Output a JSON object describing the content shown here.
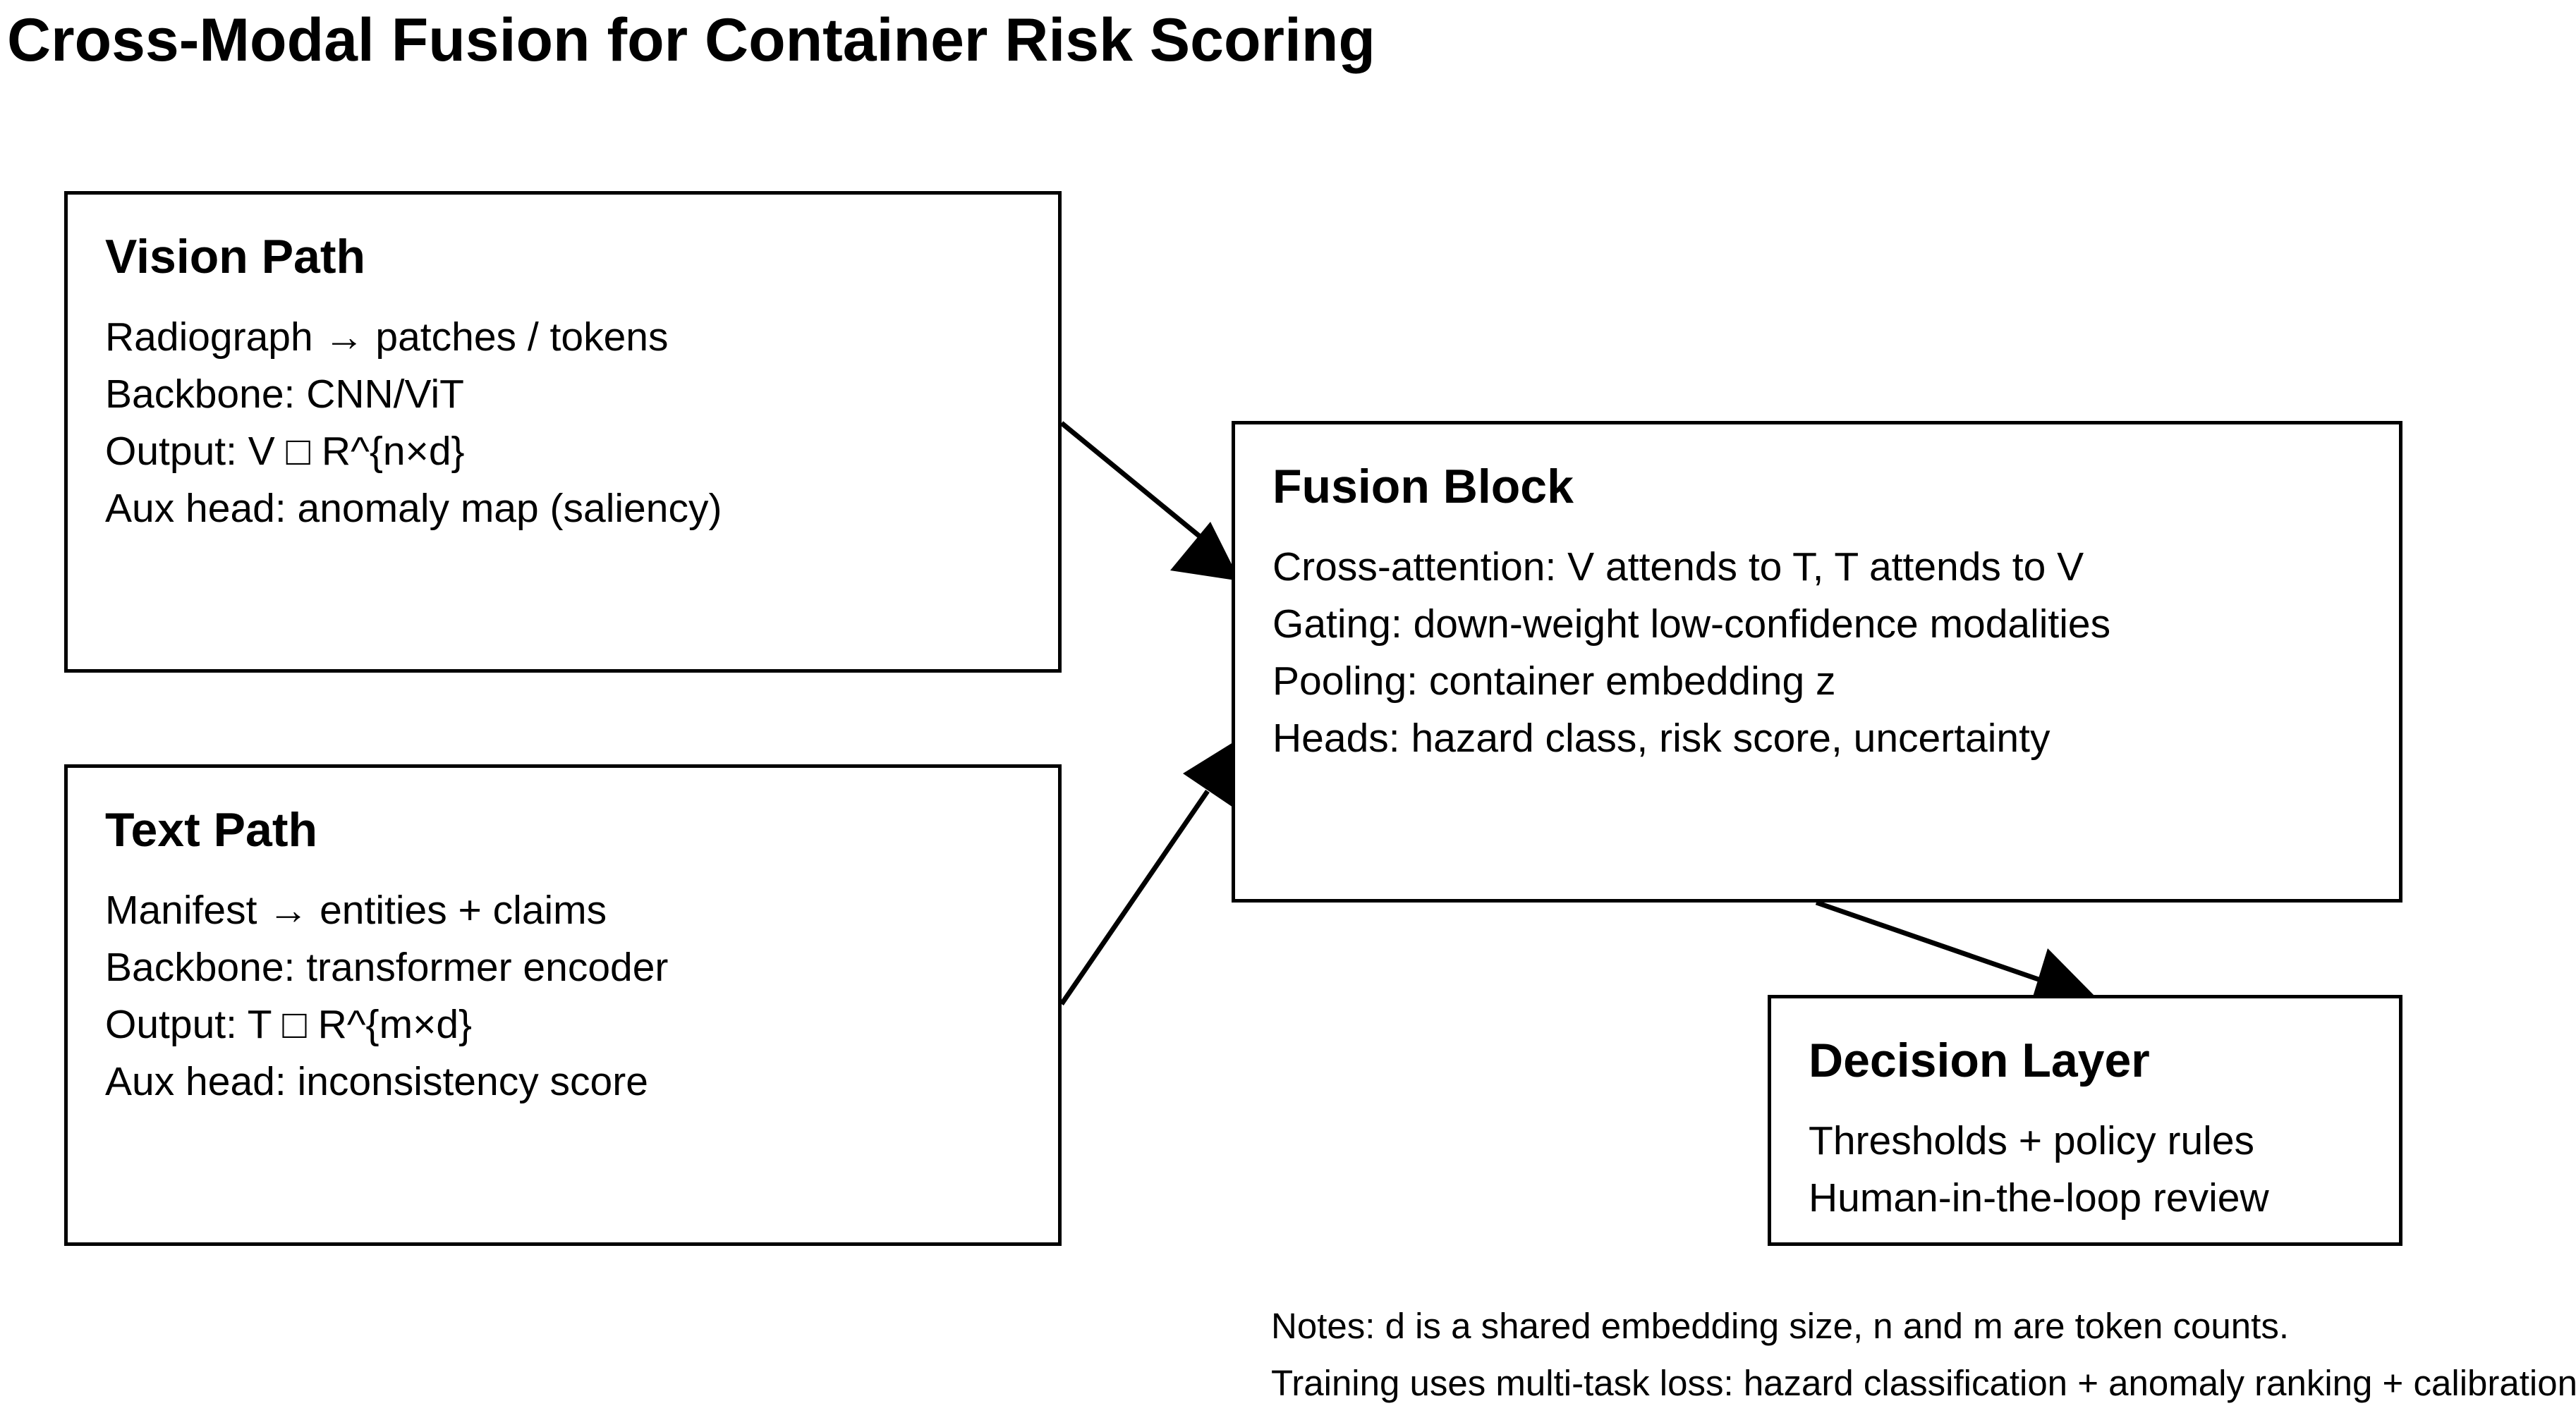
{
  "title": "Cross-Modal Fusion for Container Risk Scoring",
  "nodes": {
    "vision": {
      "title": "Vision Path",
      "lines": [
        "Radiograph → patches / tokens",
        "Backbone: CNN/ViT",
        "Output: V □ R^{n×d}",
        "Aux head: anomaly map (saliency)"
      ]
    },
    "text": {
      "title": "Text Path",
      "lines": [
        "Manifest → entities + claims",
        "Backbone: transformer encoder",
        "Output: T □ R^{m×d}",
        "Aux head: inconsistency score"
      ]
    },
    "fusion": {
      "title": "Fusion Block",
      "lines": [
        "Cross-attention: V attends to T, T attends to V",
        "Gating: down-weight low-confidence modalities",
        "Pooling: container embedding z",
        "Heads: hazard class, risk score, uncertainty"
      ]
    },
    "decision": {
      "title": "Decision Layer",
      "lines": [
        "Thresholds + policy rules",
        "Human-in-the-loop review"
      ]
    }
  },
  "edges": [
    {
      "from": "Vision Path",
      "to": "Fusion Block"
    },
    {
      "from": "Text Path",
      "to": "Fusion Block"
    },
    {
      "from": "Fusion Block",
      "to": "Decision Layer"
    }
  ],
  "notes": [
    "Notes: d is a shared embedding size, n and m are token counts.",
    "Training uses multi-task loss: hazard classification + anomaly ranking + calibration"
  ],
  "colors": {
    "stroke": "#000000",
    "background": "#ffffff"
  }
}
